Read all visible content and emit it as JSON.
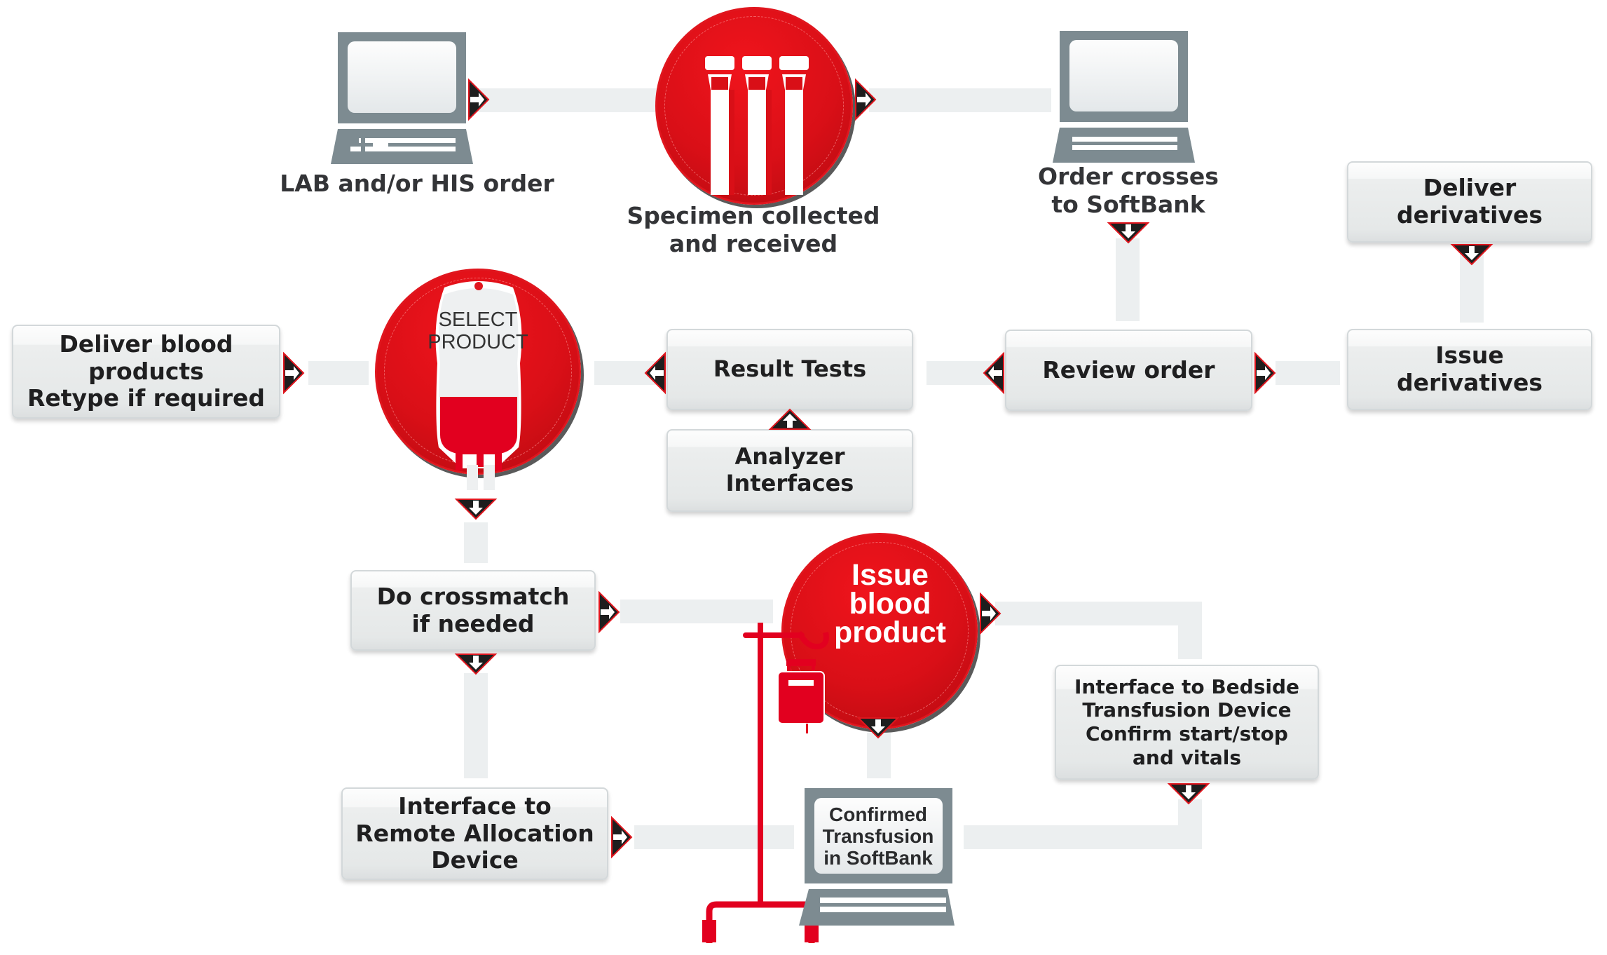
{
  "diagram": {
    "title": "Blood transfusion workflow with SoftBank",
    "colors": {
      "accent_red": "#e0161e",
      "arrow_dark": "#1e1e1e",
      "connector": "#eceff0",
      "computer_gray": "#7d8b91",
      "text": "#1f1f20"
    },
    "steps": {
      "lab_order": {
        "label": "LAB and/or HIS order",
        "icon": "computer-icon"
      },
      "specimen": {
        "label": "Specimen collected\nand received",
        "icon": "test-tubes-icon"
      },
      "order_crosses": {
        "label": "Order crosses\nto SoftBank",
        "icon": "computer-icon"
      },
      "deliver_derivatives": {
        "label": "Deliver\nderivatives"
      },
      "issue_derivatives": {
        "label": "Issue\nderivatives"
      },
      "review_order": {
        "label": "Review order"
      },
      "result_tests": {
        "label": "Result Tests"
      },
      "analyzer_interfaces": {
        "label": "Analyzer Interfaces"
      },
      "select_product": {
        "label": "SELECT\nPRODUCT",
        "icon": "blood-bag-icon"
      },
      "deliver_blood": {
        "label": "Deliver blood\nproducts\nRetype if required"
      },
      "crossmatch": {
        "label": "Do crossmatch\nif needed"
      },
      "remote_allocation": {
        "label": "Interface to\nRemote Allocation\nDevice"
      },
      "issue_blood": {
        "label": "Issue\nblood\nproduct",
        "icon": "iv-pole-icon"
      },
      "bedside": {
        "label": "Interface to Bedside\nTransfusion Device\nConfirm start/stop\nand vitals"
      },
      "confirmed": {
        "label": "Confirmed\nTransfusion\nin SoftBank",
        "icon": "computer-icon"
      }
    },
    "flow": [
      [
        "lab_order",
        "specimen"
      ],
      [
        "specimen",
        "order_crosses"
      ],
      [
        "order_crosses",
        "review_order"
      ],
      [
        "review_order",
        "result_tests"
      ],
      [
        "review_order",
        "issue_derivatives"
      ],
      [
        "deliver_derivatives",
        "issue_derivatives"
      ],
      [
        "analyzer_interfaces",
        "result_tests"
      ],
      [
        "result_tests",
        "select_product"
      ],
      [
        "deliver_blood",
        "select_product"
      ],
      [
        "select_product",
        "crossmatch"
      ],
      [
        "crossmatch",
        "issue_blood"
      ],
      [
        "crossmatch",
        "remote_allocation"
      ],
      [
        "remote_allocation",
        "confirmed"
      ],
      [
        "issue_blood",
        "confirmed"
      ],
      [
        "issue_blood",
        "bedside"
      ],
      [
        "bedside",
        "confirmed"
      ]
    ]
  }
}
